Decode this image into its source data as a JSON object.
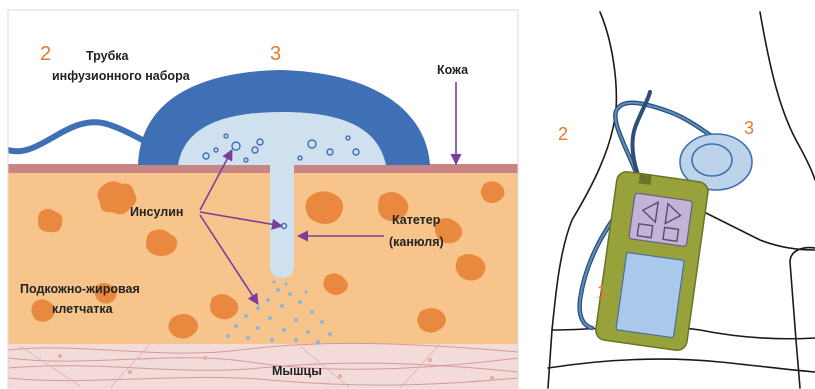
{
  "cross_section": {
    "label_tube_line1": "Трубка",
    "label_tube_line2": "инфузионного набора",
    "label_skin": "Кожа",
    "label_insulin": "Инсулин",
    "label_catheter_line1": "Катетер",
    "label_catheter_line2": "(канюля)",
    "label_fat_line1": "Подкожно-жировая",
    "label_fat_line2": "клетчатка",
    "label_muscle": "Мышцы",
    "marker_tube": "2",
    "marker_patch": "3"
  },
  "pump_view": {
    "marker_pump": "1",
    "marker_tube": "2",
    "marker_patch": "3"
  },
  "colors": {
    "fat": "#f7c48c",
    "fat_lobule": "#e9893f",
    "skin": "#c98585",
    "muscle": "#f2dbd9",
    "patch": "#3f6fb5",
    "cannula": "#cfe0ef",
    "arrow": "#7a3f9a",
    "marker": "#e8782f",
    "pump_body": "#98a23a",
    "pump_keypad": "#c2b4d6",
    "pump_screen": "#a9c8ea",
    "pump_patch": "#bcd3ea"
  }
}
